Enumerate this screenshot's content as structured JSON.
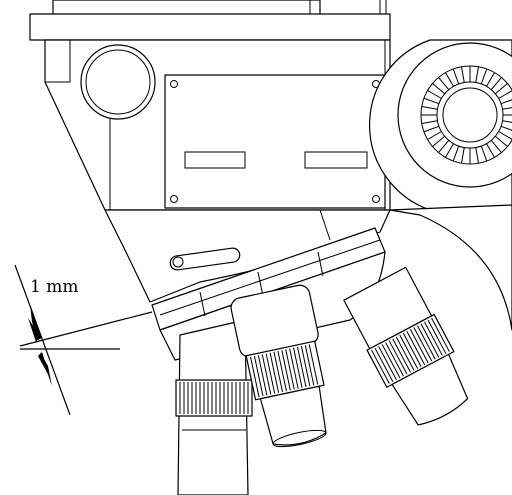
{
  "diagram": {
    "dimension_label": "1 mm",
    "colors": {
      "line": "#000000",
      "background": "#ffffff"
    },
    "parts": [
      "microscope-head",
      "eyepiece-knob",
      "label-plate",
      "focus-knob",
      "revolving-nosepiece",
      "objective-lens-left",
      "objective-lens-center",
      "objective-lens-right",
      "dimension-indicator"
    ]
  }
}
